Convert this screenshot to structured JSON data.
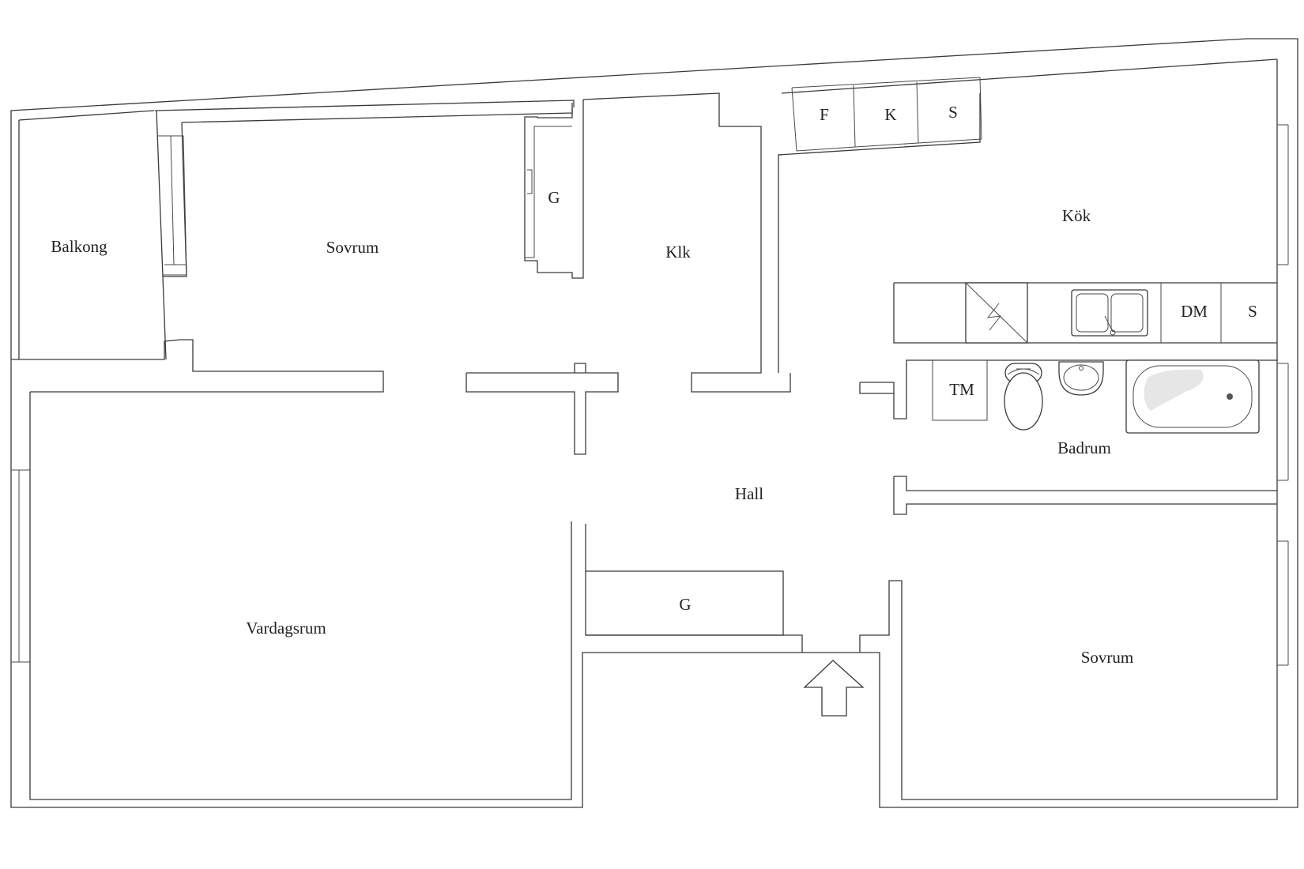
{
  "rooms": {
    "balkong": "Balkong",
    "sovrum_1": "Sovrum",
    "garderob_1": "G",
    "klk": "Klk",
    "kok": "Kök",
    "hall": "Hall",
    "badrum": "Badrum",
    "vardagsrum": "Vardagsrum",
    "garderob_2": "G",
    "sovrum_2": "Sovrum"
  },
  "appliances": {
    "freezer": "F",
    "fridge": "K",
    "cabinet_top": "S",
    "dishwasher": "DM",
    "cabinet_counter": "S",
    "washing_machine": "TM"
  }
}
